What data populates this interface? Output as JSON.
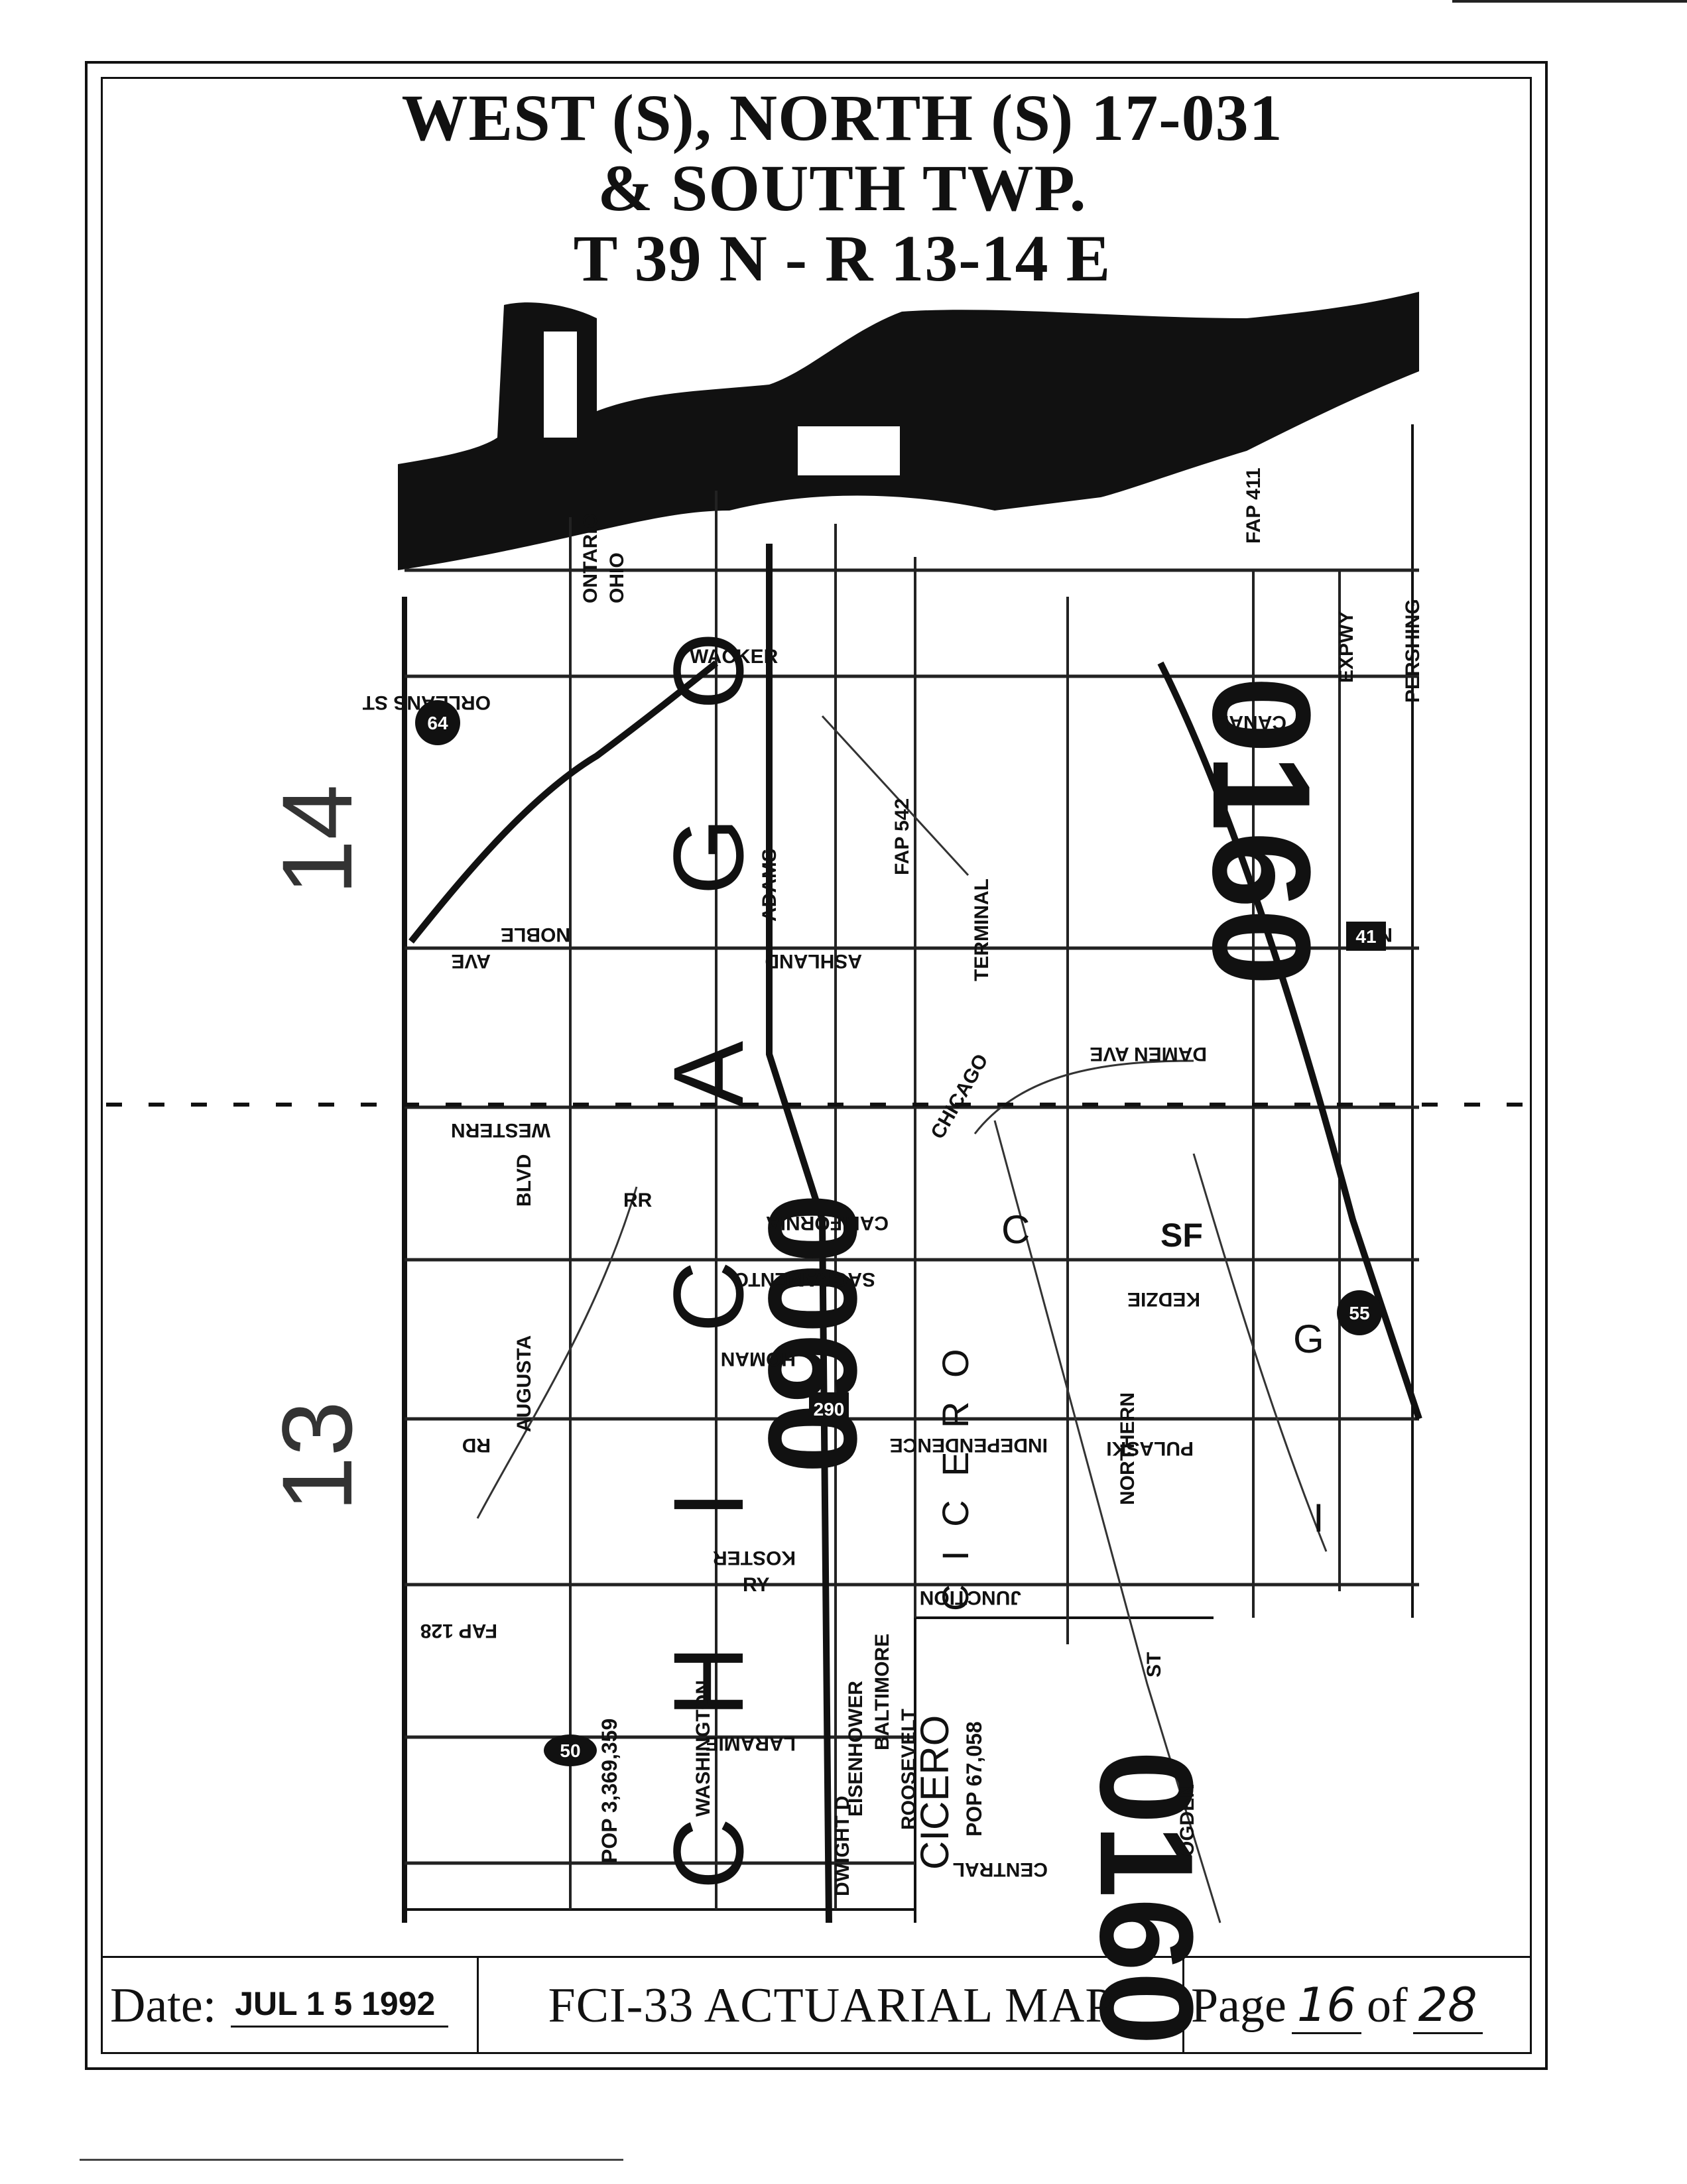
{
  "header": {
    "line1": "WEST (S),   NORTH (S)   17-031",
    "line2": "&  SOUTH  TWP.",
    "line3": "T 39 N - R 13-14 E"
  },
  "sections": {
    "upper": "14",
    "lower": "13"
  },
  "map_labels": {
    "chicago_letters": [
      "C",
      "H",
      "I",
      "C",
      "A",
      "G",
      "O"
    ],
    "cicero_spaced": "C I C E R O",
    "cicero": "CICERO",
    "cicero_pop": "POP 67,058",
    "chicago_pop": "POP 3,369,359",
    "codes": [
      "0060",
      "0160",
      "0160"
    ],
    "streets": [
      "ONTARIO",
      "OHIO",
      "WACKER",
      "ORLEANS ST",
      "ADAMS",
      "ASHLAND",
      "TERMINAL",
      "CHICAGO",
      "DAMEN AVE",
      "WESTERN",
      "CALIFORNIA",
      "SACRAMENTO",
      "KEDZIE",
      "HOMAN",
      "INDEPENDENCE",
      "PULASKI",
      "KOSTER",
      "JUNCTION",
      "CICERO",
      "LARAMIE",
      "CENTRAL",
      "WASHINGTON",
      "AUGUSTA",
      "NORTHERN",
      "OGDEN",
      "PERSHING",
      "CANAL",
      "EXPWY",
      "ROOSEVELT",
      "EISENHOWER",
      "BALTIMORE",
      "NOBLE",
      "BLVD",
      "AVE",
      "RD",
      "ST",
      "FAP 411",
      "FAP 128",
      "FAP 542",
      "DWIGHT D",
      "C",
      "G",
      "I",
      "NAV",
      "SF",
      "RR",
      "RY"
    ],
    "route_shields": [
      "64",
      "50",
      "290",
      "55",
      "41"
    ]
  },
  "footer": {
    "date_label": "Date:",
    "date_value": "JUL 1 5 1992",
    "map_title": "FCI-33 ACTUARIAL MAP",
    "page_label": "Page",
    "page_current": "16",
    "of_label": "of",
    "page_total": "28"
  }
}
